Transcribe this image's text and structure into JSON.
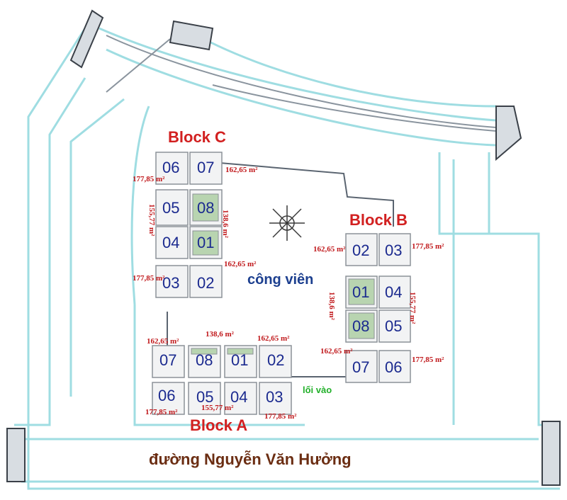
{
  "blocks": {
    "c": "Block C",
    "b": "Block B",
    "a": "Block A"
  },
  "units": {
    "c": [
      "06",
      "07",
      "05",
      "08",
      "04",
      "01",
      "03",
      "02"
    ],
    "b": [
      "02",
      "03",
      "01",
      "04",
      "08",
      "05",
      "07",
      "06"
    ],
    "a": [
      "07",
      "08",
      "01",
      "02",
      "06",
      "05",
      "04",
      "03"
    ]
  },
  "areas": {
    "c_top_left": "177,85 m²",
    "c_top_right": "162,65 m²",
    "c_side_left": "155,77 m²",
    "c_side_right": "138,6 m²",
    "c_bottom_right": "162,65 m²",
    "c_bottom_left": "177,85 m²",
    "b_left": "162,65 m²",
    "b_right": "177,85 m²",
    "b_side_left": "138,6 m²",
    "b_side_right": "155,77 m²",
    "b_bottom_left": "162,65 m²",
    "b_bottom_right": "177,85 m²",
    "a_top_left": "162,65 m²",
    "a_top_mid": "138,6 m²",
    "a_top_right": "162,65 m²",
    "a_bottom_left": "177,85 m²",
    "a_bottom_mid": "155,77 m²",
    "a_bottom_right": "177,85 m²"
  },
  "park": "công viên",
  "entrance": "lối vào",
  "street": "đường Nguyễn Văn Hưởng",
  "colors": {
    "road_line": "#9fdde2",
    "inner_line": "#5a6470",
    "block_label": "#d22020",
    "unit_label": "#1b2a8f",
    "area_label": "#c0181b",
    "entrance": "#22b02a",
    "unit_green": "#a8c8a0"
  }
}
